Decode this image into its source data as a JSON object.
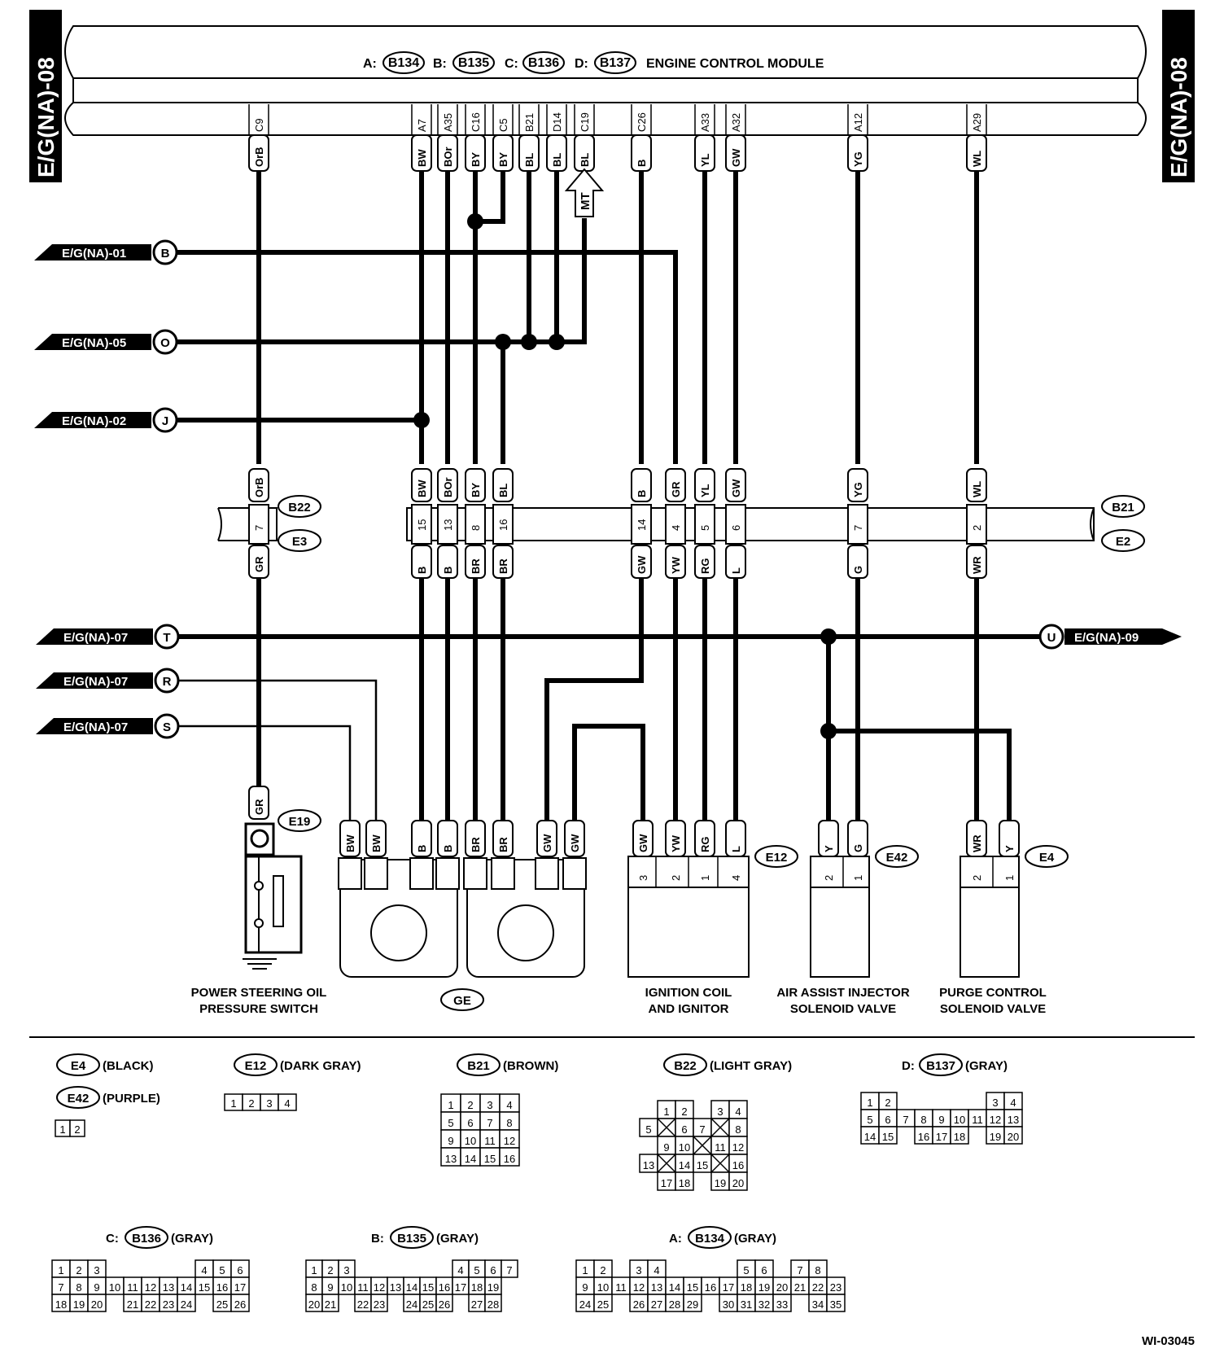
{
  "page_tab": "E/G(NA)-08",
  "ecm": {
    "title": "ENGINE CONTROL MODULE",
    "connectors": [
      {
        "prefix": "A:",
        "id": "B134"
      },
      {
        "prefix": "B:",
        "id": "B135"
      },
      {
        "prefix": "C:",
        "id": "B136"
      },
      {
        "prefix": "D:",
        "id": "B137"
      }
    ],
    "pins": [
      {
        "pin": "C9",
        "color": "OrB"
      },
      {
        "pin": "A7",
        "color": "BW"
      },
      {
        "pin": "A35",
        "color": "BOr"
      },
      {
        "pin": "C16",
        "color": "BY"
      },
      {
        "pin": "C5",
        "color": "BY"
      },
      {
        "pin": "B21",
        "color": "BL"
      },
      {
        "pin": "D14",
        "color": "BL"
      },
      {
        "pin": "C19",
        "color": "BL"
      },
      {
        "pin": "C26",
        "color": "B"
      },
      {
        "pin": "A33",
        "color": "YL"
      },
      {
        "pin": "A32",
        "color": "GW"
      },
      {
        "pin": "A12",
        "color": "YG"
      },
      {
        "pin": "A29",
        "color": "WL"
      }
    ]
  },
  "mt_note": "MT",
  "refs": [
    {
      "page": "E/G(NA)-01",
      "letter": "B"
    },
    {
      "page": "E/G(NA)-05",
      "letter": "O"
    },
    {
      "page": "E/G(NA)-02",
      "letter": "J"
    },
    {
      "page": "E/G(NA)-07",
      "letter": "T"
    },
    {
      "page": "E/G(NA)-07",
      "letter": "R"
    },
    {
      "page": "E/G(NA)-07",
      "letter": "S"
    },
    {
      "page": "E/G(NA)-09",
      "letter": "U"
    }
  ],
  "joint_connectors": {
    "b22_e3": {
      "upper": "B22",
      "lower": "E3",
      "pin": "7",
      "color_top": "OrB",
      "color_bottom": "GR"
    },
    "b21_e2": {
      "upper": "B21",
      "lower": "E2",
      "pins": [
        {
          "pin": "15",
          "top": "BW",
          "bottom": "B"
        },
        {
          "pin": "13",
          "top": "BOr",
          "bottom": "B"
        },
        {
          "pin": "8",
          "top": "BY",
          "bottom": "BR"
        },
        {
          "pin": "16",
          "top": "BL",
          "bottom": "BR"
        },
        {
          "pin": "14",
          "top": "B",
          "bottom": "GW"
        },
        {
          "pin": "4",
          "top": "GR",
          "bottom": "YW"
        },
        {
          "pin": "5",
          "top": "YL",
          "bottom": "RG"
        },
        {
          "pin": "6",
          "top": "GW",
          "bottom": "L"
        },
        {
          "pin": "7",
          "top": "YG",
          "bottom": "G"
        },
        {
          "pin": "2",
          "top": "WL",
          "bottom": "WR"
        }
      ]
    }
  },
  "components": {
    "e19": {
      "id": "E19",
      "wire": "GR",
      "name_line1": "POWER STEERING OIL",
      "name_line2": "PRESSURE SWITCH"
    },
    "ge": {
      "id": "GE",
      "wires": [
        "BW",
        "BW",
        "B",
        "B",
        "BR",
        "BR",
        "GW",
        "GW"
      ]
    },
    "e12": {
      "id": "E12",
      "wires": [
        "GW",
        "YW",
        "RG",
        "L"
      ],
      "pins": [
        "3",
        "2",
        "1",
        "4"
      ],
      "name_line1": "IGNITION COIL",
      "name_line2": "AND IGNITOR"
    },
    "e42": {
      "id": "E42",
      "wires": [
        "Y",
        "G"
      ],
      "pins": [
        "2",
        "1"
      ],
      "name_line1": "AIR ASSIST INJECTOR",
      "name_line2": "SOLENOID VALVE"
    },
    "e4": {
      "id": "E4",
      "wires": [
        "WR",
        "Y"
      ],
      "pins": [
        "2",
        "1"
      ],
      "name_line1": "PURGE CONTROL",
      "name_line2": "SOLENOID VALVE"
    }
  },
  "legend": {
    "e4": {
      "id": "E4",
      "color": "(BLACK)"
    },
    "e42": {
      "id": "E42",
      "color": "(PURPLE)"
    },
    "e12": {
      "id": "E12",
      "color": "(DARK GRAY)"
    },
    "b21": {
      "id": "B21",
      "color": "(BROWN)"
    },
    "b22": {
      "id": "B22",
      "color": "(LIGHT GRAY)"
    },
    "b137": {
      "prefix": "D:",
      "id": "B137",
      "color": "(GRAY)"
    },
    "b136": {
      "prefix": "C:",
      "id": "B136",
      "color": "(GRAY)"
    },
    "b135": {
      "prefix": "B:",
      "id": "B135",
      "color": "(GRAY)"
    },
    "b134": {
      "prefix": "A:",
      "id": "B134",
      "color": "(GRAY)"
    }
  },
  "figure_id": "WI-03045"
}
